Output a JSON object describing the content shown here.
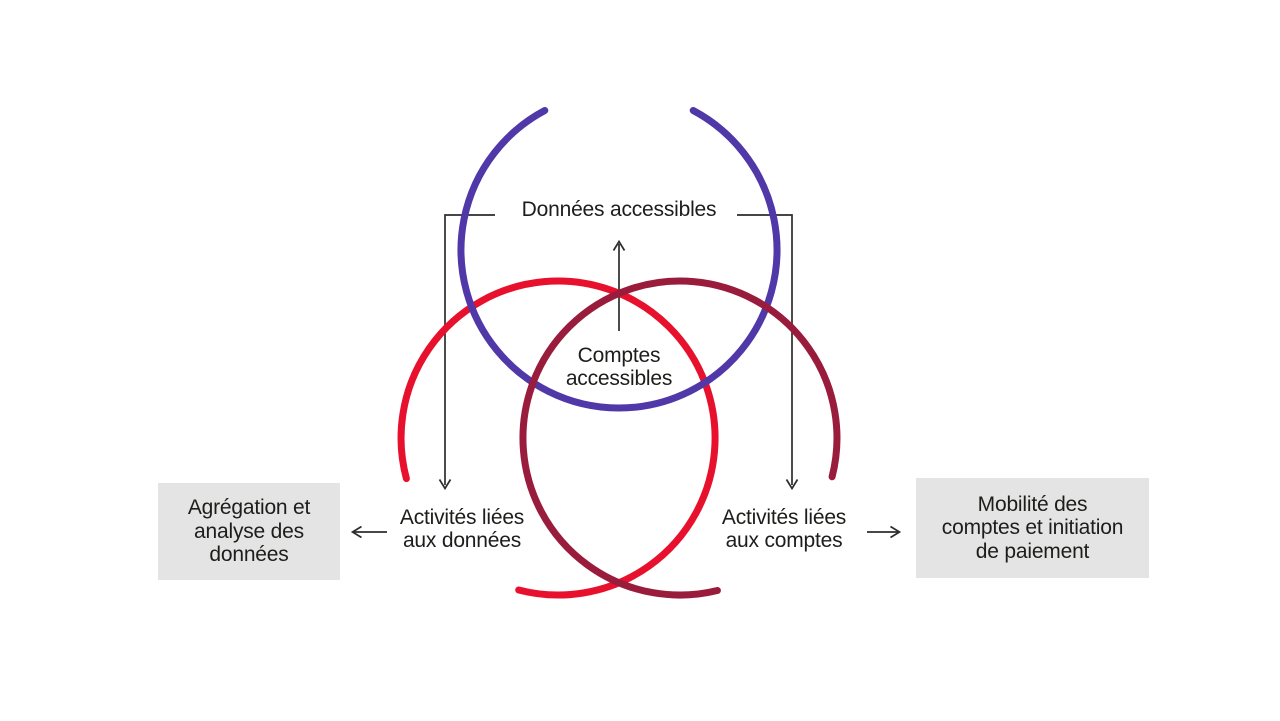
{
  "diagram": {
    "title": "Venn diagram of accessible data and accounts",
    "circles": [
      {
        "id": "donnees-accessibles",
        "label": "Données accessibles",
        "color": "#5138a8"
      },
      {
        "id": "activites-liees-aux-donnees",
        "label": "Activités liées\naux données",
        "color": "#e8112d"
      },
      {
        "id": "activites-liees-aux-comptes",
        "label": "Activités liées\naux comptes",
        "color": "#9a1c3d"
      }
    ],
    "center_overlap_label": "Comptes\naccessibles",
    "outcome_boxes": [
      {
        "id": "left",
        "label": "Agrégation et\nanalyse des\ndonnées"
      },
      {
        "id": "right",
        "label": "Mobilité des\ncomptes et initiation\nde paiement"
      }
    ],
    "colors": {
      "line": "#2d2d2d",
      "box_bg": "#e4e4e4",
      "text": "#1d1d1b",
      "background": "#ffffff"
    }
  }
}
